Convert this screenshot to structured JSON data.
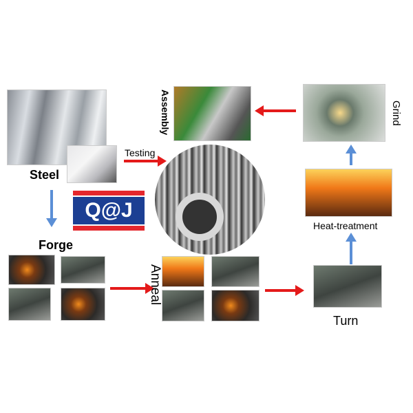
{
  "labels": {
    "steel": "Steel",
    "testing": "Testing",
    "forge": "Forge",
    "anneal": "Anneal",
    "turn": "Turn",
    "heat_treatment": "Heat-treatment",
    "grind": "Grind",
    "assembly": "Assembly"
  },
  "logo": {
    "text": "Q@J",
    "colors": {
      "bar": "#e4272d",
      "field": "#1c3f93",
      "text": "#ffffff"
    }
  },
  "colors": {
    "forward_arrow": "#e41a1a",
    "vertical_arrow": "#5b8fd6"
  }
}
